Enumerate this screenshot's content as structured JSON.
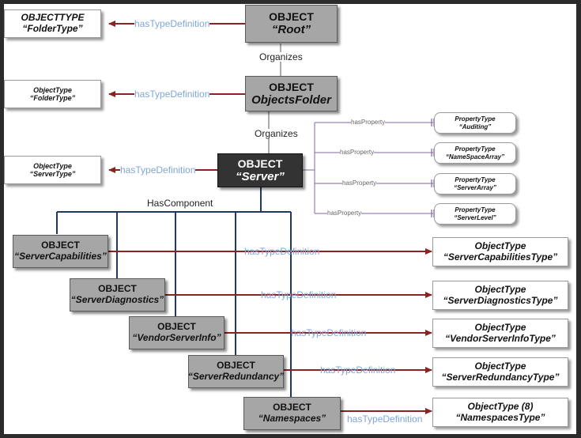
{
  "nodes": {
    "objecttype_folder_1": {
      "line1": "OBJECTTYPE",
      "line2": "“FolderType”"
    },
    "root": {
      "line1": "OBJECT",
      "line2": "“Root”"
    },
    "objecttype_folder_2": {
      "line1": "ObjectType",
      "line2": "“FolderType”"
    },
    "objects_folder": {
      "line1": "OBJECT",
      "line2": "ObjectsFolder"
    },
    "objecttype_server": {
      "line1": "ObjectType",
      "line2": "“ServerType”"
    },
    "server": {
      "line1": "OBJECT",
      "line2": "“Server”"
    },
    "prop_auditing": {
      "line1": "PropertyType",
      "line2": "“Auditing”"
    },
    "prop_namespacearray": {
      "line1": "PropertyType",
      "line2": "“NameSpaceArray”"
    },
    "prop_serverarray": {
      "line1": "PropertyType",
      "line2": "“ServerArray”"
    },
    "prop_serverlevel": {
      "line1": "PropertyType",
      "line2": "“ServerLevel”"
    },
    "server_capabilities": {
      "line1": "OBJECT",
      "line2": "“ServerCapabilities”"
    },
    "server_diagnostics": {
      "line1": "OBJECT",
      "line2": "“ServerDiagnostics”"
    },
    "vendor_server_info": {
      "line1": "OBJECT",
      "line2": "“VendorServerInfo”"
    },
    "server_redundancy": {
      "line1": "OBJECT",
      "line2": "“ServerRedundancy”"
    },
    "namespaces": {
      "line1": "OBJECT",
      "line2": "“Namespaces”"
    },
    "type_server_capabilities": {
      "line1": "ObjectType",
      "line2": "“ServerCapabilitiesType”"
    },
    "type_server_diagnostics": {
      "line1": "ObjectType",
      "line2": "“ServerDiagnosticsType”"
    },
    "type_vendor_server_info": {
      "line1": "ObjectType",
      "line2": "“VendorServerInfoType”"
    },
    "type_server_redundancy": {
      "line1": "ObjectType",
      "line2": "“ServerRedundancyType”"
    },
    "type_namespaces": {
      "line1": "ObjectType (8)",
      "line2": "“NamespacesType”"
    }
  },
  "labels": {
    "has_type_definition": "hasTypeDefinition",
    "organizes": "Organizes",
    "has_component": "HasComponent",
    "has_property": "hasProperty"
  },
  "colors": {
    "arrow": "#8b2323",
    "tree": "#1f3864",
    "property_link": "#8064a2",
    "label_blue": "#7fa6d8"
  }
}
